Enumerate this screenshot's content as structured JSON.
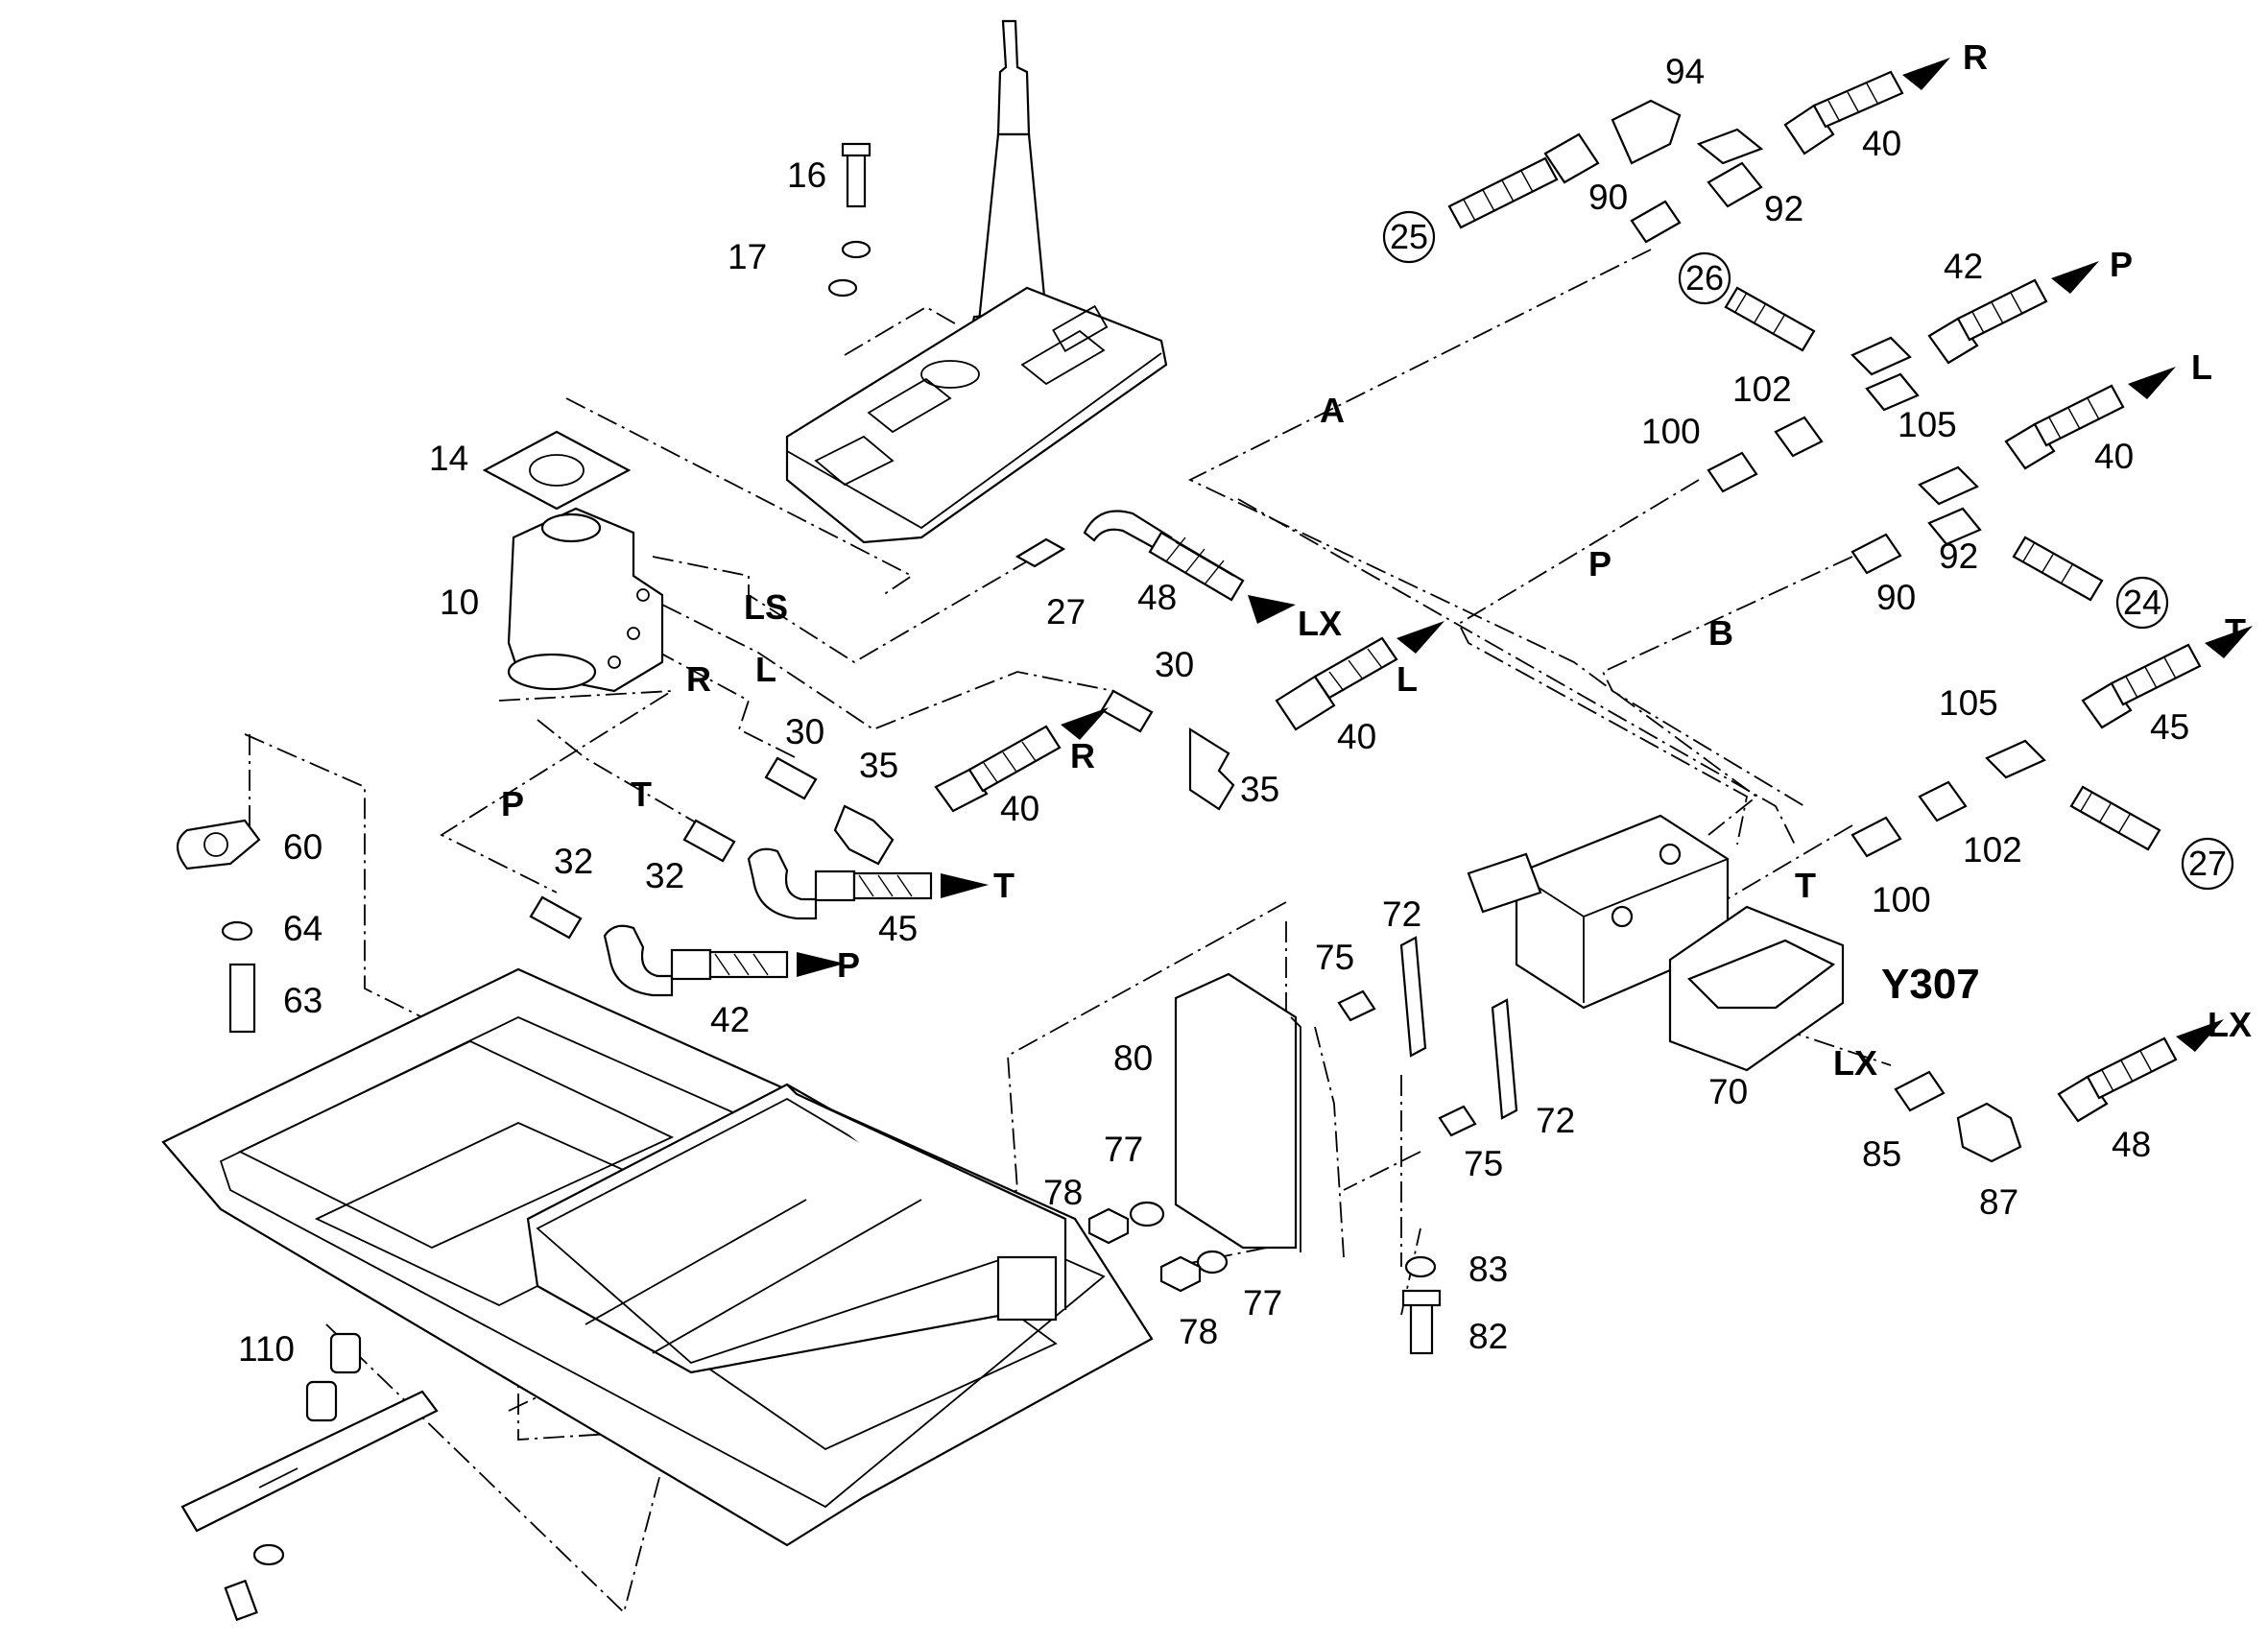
{
  "diagram": {
    "part_labels": {
      "p10": "10",
      "p14": "14",
      "p16": "16",
      "p17": "17",
      "p24": "24",
      "p25": "25",
      "p26": "26",
      "p27_left": "27",
      "p27_right": "27",
      "p30_upper": "30",
      "p30_lower": "30",
      "p32_upper": "32",
      "p32_lower": "32",
      "p35_left": "35",
      "p35_right": "35",
      "p40_r_top": "40",
      "p40_l_right": "40",
      "p40_r_mid": "40",
      "p40_l_mid": "40",
      "p42_bottom": "42",
      "p42_top": "42",
      "p45_left": "45",
      "p45_right": "45",
      "p48_left": "48",
      "p48_right": "48",
      "p60": "60",
      "p63": "63",
      "p64": "64",
      "p70": "70",
      "p72_upper": "72",
      "p72_lower": "72",
      "p75_upper": "75",
      "p75_lower": "75",
      "p77_upper": "77",
      "p77_lower": "77",
      "p78_upper": "78",
      "p78_lower": "78",
      "p80": "80",
      "p82": "82",
      "p83": "83",
      "p85": "85",
      "p87": "87",
      "p90_top": "90",
      "p90_mid": "90",
      "p92_top": "92",
      "p92_mid": "92",
      "p94": "94",
      "p100_upper": "100",
      "p100_lower": "100",
      "p102_upper": "102",
      "p102_lower": "102",
      "p105_upper": "105",
      "p105_lower": "105",
      "p110": "110"
    },
    "port_labels": {
      "ls": "LS",
      "l_left": "L",
      "r_left": "R",
      "p_left": "P",
      "t_left": "T",
      "a_line": "A",
      "p_line": "P",
      "b_line": "B",
      "t_right": "T",
      "lx_valve": "LX",
      "arrow_r_top": "R",
      "arrow_p_top": "P",
      "arrow_l_top": "L",
      "arrow_t_top": "T",
      "arrow_lx_right": "LX",
      "arrow_lx_mid": "LX",
      "arrow_l_mid": "L",
      "arrow_r_mid": "R",
      "arrow_t_mid": "T",
      "arrow_p_mid": "P"
    },
    "component_code": "Y307"
  }
}
